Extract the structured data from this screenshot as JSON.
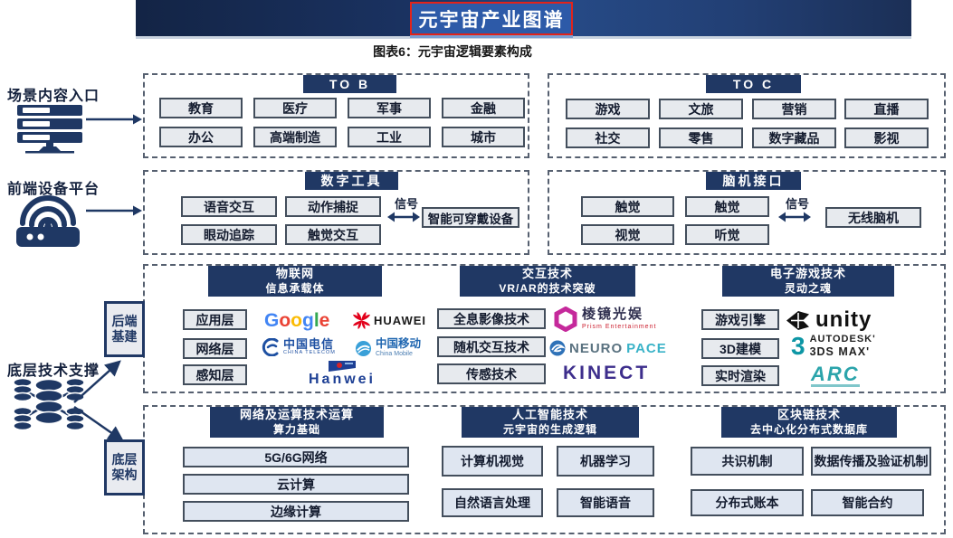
{
  "banner": {
    "title": "元宇宙产业图谱"
  },
  "subtitle": "图表6：元宇宙逻辑要素构成",
  "colors": {
    "navy": "#203864",
    "title_red_border": "#e2231a",
    "title_blue": "#2d5aa8",
    "item_gray": "#e7eaee",
    "item_blue": "#dfe6f1",
    "dash_gray": "#566070"
  },
  "left": {
    "scene_label": "场景内容入口",
    "device_label": "前端设备平台",
    "tech_label": "底层技术支撑",
    "backend_line1": "后端",
    "backend_line2": "基建",
    "bottom_line1": "底层",
    "bottom_line2": "架构"
  },
  "tob": {
    "header": "TO B",
    "items": [
      "教育",
      "医疗",
      "军事",
      "金融",
      "办公",
      "高端制造",
      "工业",
      "城市"
    ]
  },
  "toc": {
    "header": "TO C",
    "items": [
      "游戏",
      "文旅",
      "营销",
      "直播",
      "社交",
      "零售",
      "数字藏品",
      "影视"
    ]
  },
  "digital": {
    "header": "数字工具",
    "items": [
      "语音交互",
      "动作捕捉",
      "眼动追踪",
      "触觉交互"
    ],
    "signal": "信号",
    "target": "智能可穿戴设备"
  },
  "bci": {
    "header": "脑机接口",
    "items": [
      "触觉",
      "触觉",
      "视觉",
      "听觉"
    ],
    "signal": "信号",
    "target": "无线脑机"
  },
  "iot": {
    "title": "物联网",
    "subtitle": "信息承载体",
    "layers": [
      "应用层",
      "网络层",
      "感知层"
    ]
  },
  "interaction": {
    "title": "交互技术",
    "subtitle": "VR/AR的技术突破",
    "items": [
      "全息影像技术",
      "随机交互技术",
      "传感技术"
    ]
  },
  "game": {
    "title": "电子游戏技术",
    "subtitle": "灵动之魂",
    "items": [
      "游戏引擎",
      "3D建模",
      "实时渲染"
    ]
  },
  "network": {
    "title": "网络及运算技术运算",
    "subtitle": "算力基础",
    "items": [
      "5G/6G网络",
      "云计算",
      "边缘计算"
    ]
  },
  "ai": {
    "title": "人工智能技术",
    "subtitle": "元宇宙的生成逻辑",
    "items": [
      "计算机视觉",
      "机器学习",
      "自然语言处理",
      "智能语音"
    ]
  },
  "blockchain": {
    "title": "区块链技术",
    "subtitle": "去中心化分布式数据库",
    "items": [
      "共识机制",
      "数据传播及验证机制",
      "分布式账本",
      "智能合约"
    ]
  },
  "logos": {
    "google": {
      "letters": [
        "G",
        "o",
        "o",
        "g",
        "l",
        "e"
      ]
    },
    "huawei": {
      "text": "HUAWEI"
    },
    "telecom": {
      "cn": "中国电信",
      "en": "CHINA TELECOM"
    },
    "mobile": {
      "cn": "中国移动",
      "en": "China Mobile"
    },
    "hanwei": {
      "text": "Hanwei"
    },
    "prism": {
      "cn": "棱镜光娱",
      "en": "Prism Entertainment"
    },
    "neuropace": {
      "a": "NEURO",
      "b": "PACE"
    },
    "kinect": {
      "text": "KINECT"
    },
    "unity": {
      "text": "unity"
    },
    "autodesk": {
      "num": "3",
      "line1": "AUTODESK'",
      "line2": "3DS MAX'"
    },
    "arc": {
      "text": "ARC"
    }
  }
}
